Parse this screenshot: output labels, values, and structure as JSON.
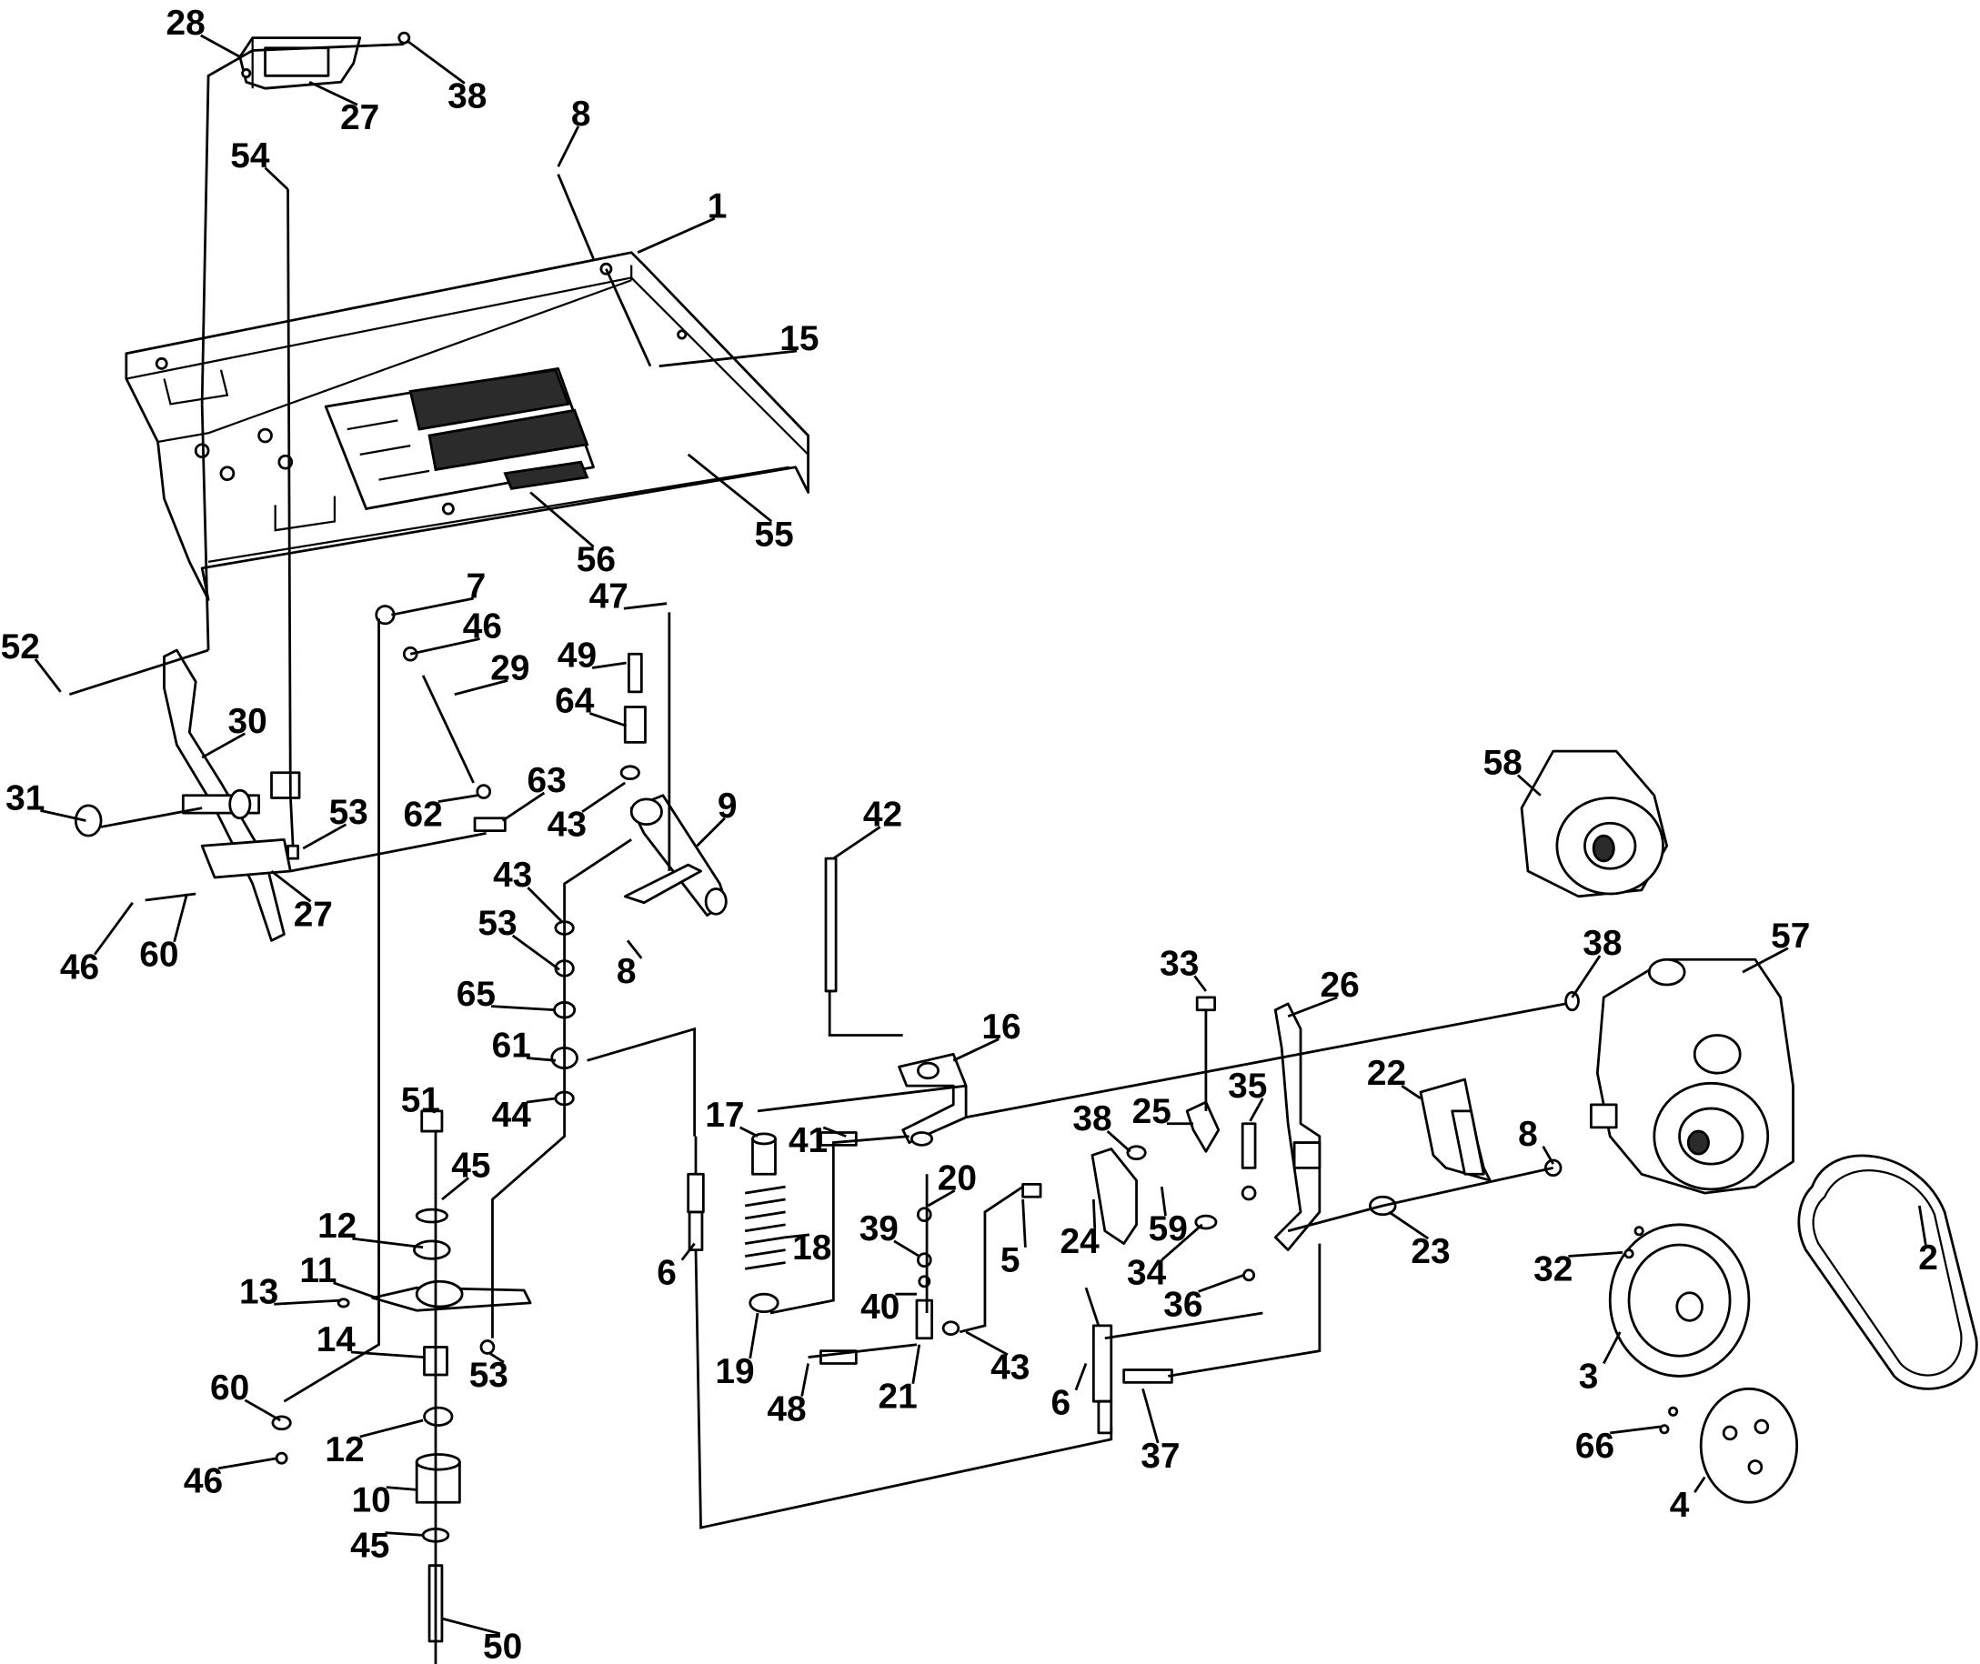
{
  "diagram": {
    "callouts": [
      {
        "label": "28"
      },
      {
        "label": "27"
      },
      {
        "label": "38"
      },
      {
        "label": "54"
      },
      {
        "label": "8"
      },
      {
        "label": "1"
      },
      {
        "label": "15"
      },
      {
        "label": "55"
      },
      {
        "label": "56"
      },
      {
        "label": "7"
      },
      {
        "label": "47"
      },
      {
        "label": "46"
      },
      {
        "label": "52"
      },
      {
        "label": "29"
      },
      {
        "label": "49"
      },
      {
        "label": "64"
      },
      {
        "label": "30"
      },
      {
        "label": "31"
      },
      {
        "label": "53"
      },
      {
        "label": "62"
      },
      {
        "label": "63"
      },
      {
        "label": "43"
      },
      {
        "label": "9"
      },
      {
        "label": "42"
      },
      {
        "label": "58"
      },
      {
        "label": "27"
      },
      {
        "label": "43"
      },
      {
        "label": "46"
      },
      {
        "label": "60"
      },
      {
        "label": "53"
      },
      {
        "label": "8"
      },
      {
        "label": "57"
      },
      {
        "label": "38"
      },
      {
        "label": "65"
      },
      {
        "label": "33"
      },
      {
        "label": "26"
      },
      {
        "label": "16"
      },
      {
        "label": "61"
      },
      {
        "label": "44"
      },
      {
        "label": "35"
      },
      {
        "label": "22"
      },
      {
        "label": "17"
      },
      {
        "label": "41"
      },
      {
        "label": "25"
      },
      {
        "label": "51"
      },
      {
        "label": "38"
      },
      {
        "label": "45"
      },
      {
        "label": "8"
      },
      {
        "label": "20"
      },
      {
        "label": "12"
      },
      {
        "label": "18"
      },
      {
        "label": "39"
      },
      {
        "label": "59"
      },
      {
        "label": "5"
      },
      {
        "label": "24"
      },
      {
        "label": "6"
      },
      {
        "label": "23"
      },
      {
        "label": "34"
      },
      {
        "label": "11"
      },
      {
        "label": "2"
      },
      {
        "label": "32"
      },
      {
        "label": "13"
      },
      {
        "label": "40"
      },
      {
        "label": "36"
      },
      {
        "label": "14"
      },
      {
        "label": "53"
      },
      {
        "label": "19"
      },
      {
        "label": "43"
      },
      {
        "label": "3"
      },
      {
        "label": "60"
      },
      {
        "label": "6"
      },
      {
        "label": "48"
      },
      {
        "label": "21"
      },
      {
        "label": "12"
      },
      {
        "label": "37"
      },
      {
        "label": "66"
      },
      {
        "label": "46"
      },
      {
        "label": "10"
      },
      {
        "label": "4"
      },
      {
        "label": "45"
      },
      {
        "label": "50"
      }
    ]
  }
}
